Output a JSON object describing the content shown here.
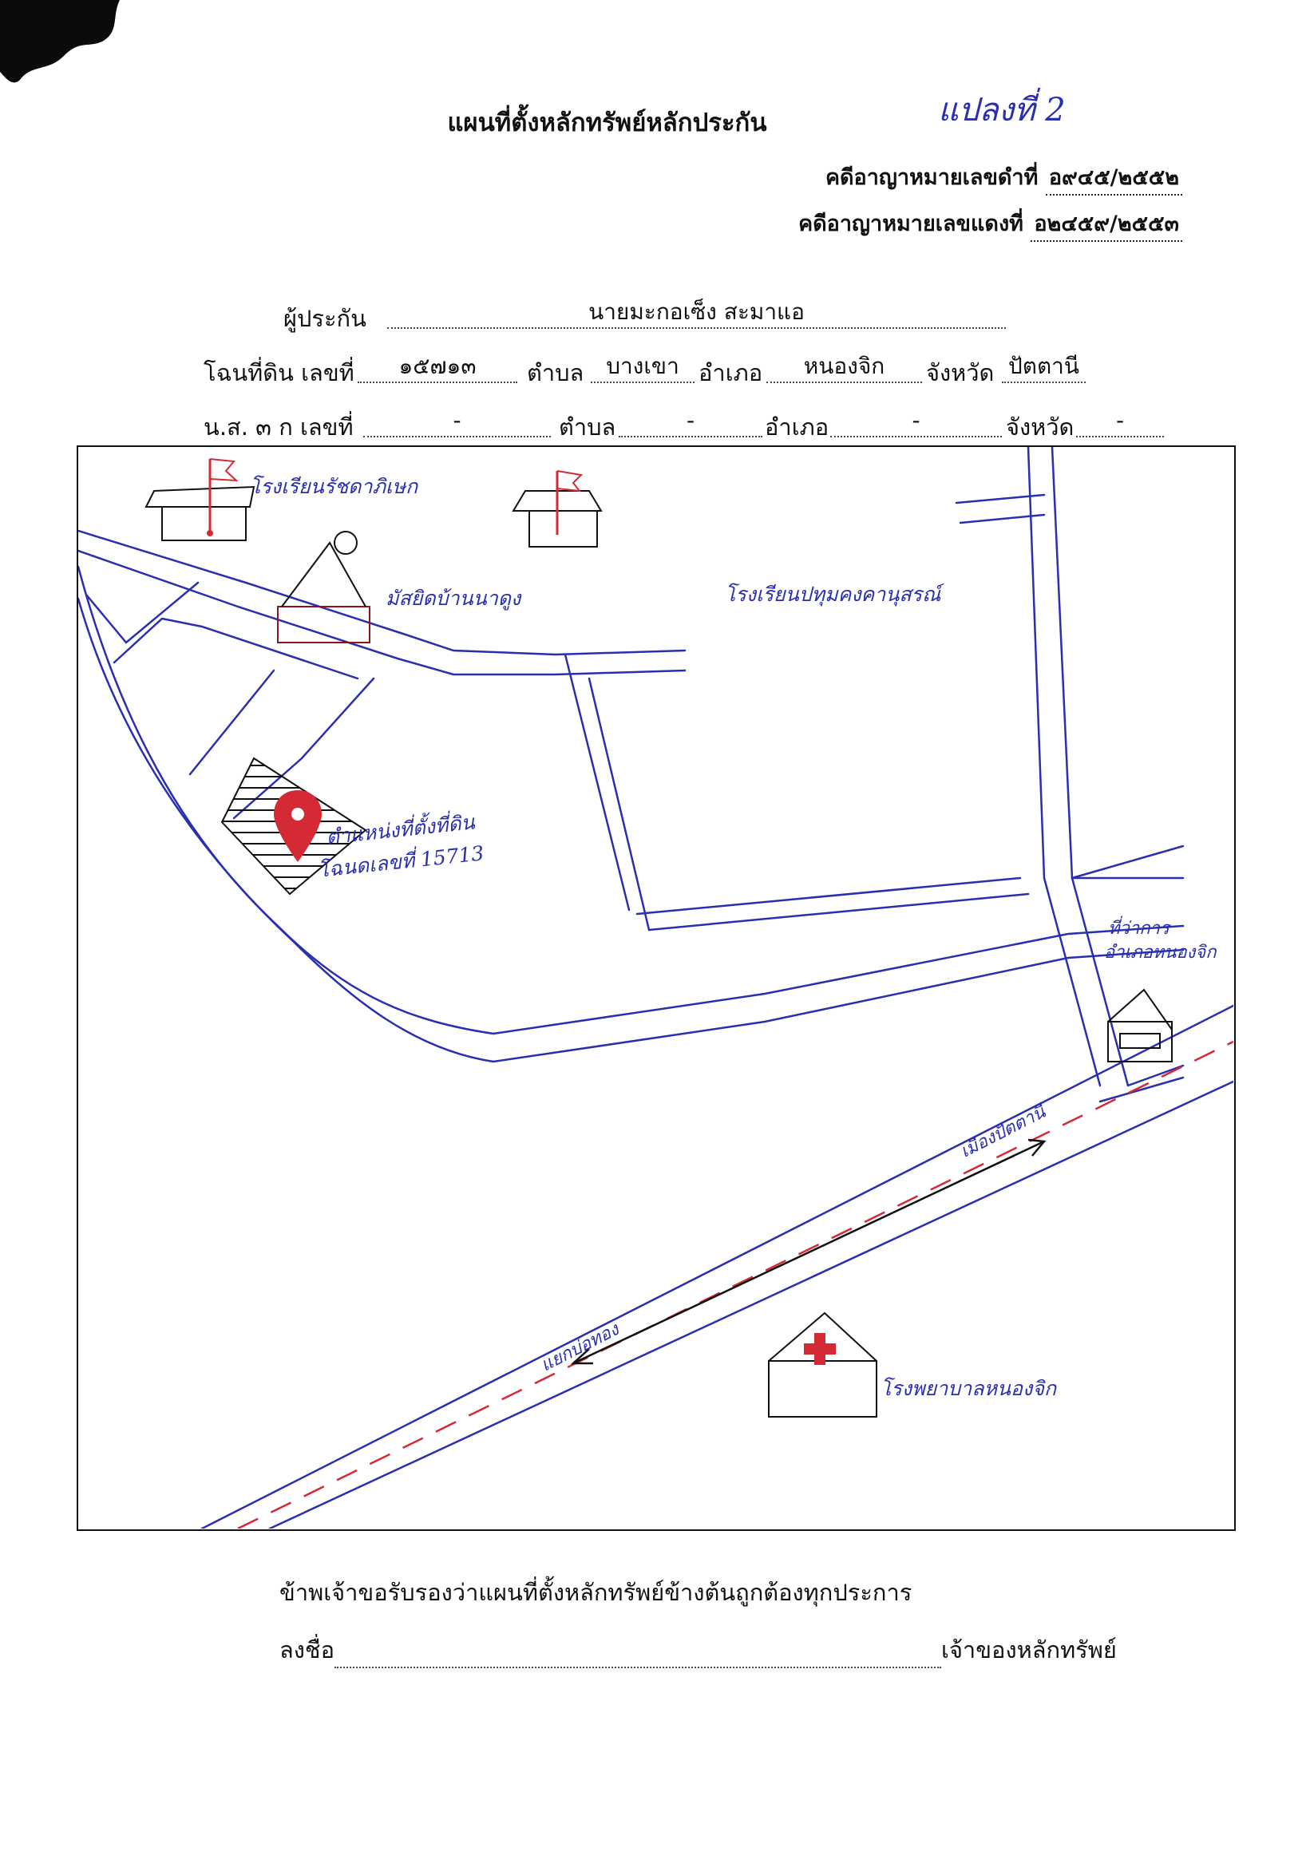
{
  "document": {
    "title": "แผนที่ตั้งหลักทรัพย์หลักประกัน",
    "sheet_label": "แปลงที่ 2",
    "black_case_label": "คดีอาญาหมายเลขดำที่",
    "black_case_no": "อ๙๔๕/๒๕๕๒",
    "red_case_label": "คดีอาญาหมายเลขแดงที่",
    "red_case_no": "อ๒๔๕๙/๒๕๕๓"
  },
  "guarantor": {
    "label": "ผู้ประกัน",
    "value": "นายมะกอเซ็ง สะมาแอ"
  },
  "deed": {
    "label": "โฉนที่ดิน เลขที่",
    "number": "๑๕๗๑๓",
    "subdistrict_label": "ตำบล",
    "subdistrict": "บางเขา",
    "district_label": "อำเภอ",
    "district": "หนองจิก",
    "province_label": "จังหวัด",
    "province": "ปัตตานี"
  },
  "ns3k": {
    "label": "น.ส. ๓ ก เลขที่",
    "number": "-",
    "subdistrict_label": "ตำบล",
    "subdistrict": "-",
    "district_label": "อำเภอ",
    "district": "-",
    "province_label": "จังหวัด",
    "province": "-"
  },
  "map": {
    "school_1": "โรงเรียนรัชดาภิเษก",
    "mosque": "มัสยิดบ้านนาดูง",
    "school_2": "โรงเรียนปทุมคงคานุสรณ์",
    "plot_label_1": "ตำแหน่งที่ตั้งที่ดิน",
    "plot_label_2": "โฉนดเลขที่ 15713",
    "district_office_1": "ที่ว่าการ",
    "district_office_2": "อำเภอหนองจิก",
    "dir_pattani": "เมืองปัตตานี",
    "dir_bo_thong": "แยกบ่อทอง",
    "hospital": "โรงพยาบาลหนองจิก",
    "colors": {
      "ink": "#2a2fb0",
      "red": "#d42a35",
      "black": "#111111"
    }
  },
  "certification": {
    "statement": "ข้าพเจ้าขอรับรองว่าแผนที่ตั้งหลักทรัพย์ข้างต้นถูกต้องทุกประการ",
    "sign_label": "ลงชื่อ",
    "owner_label": "เจ้าของหลักทรัพย์"
  }
}
